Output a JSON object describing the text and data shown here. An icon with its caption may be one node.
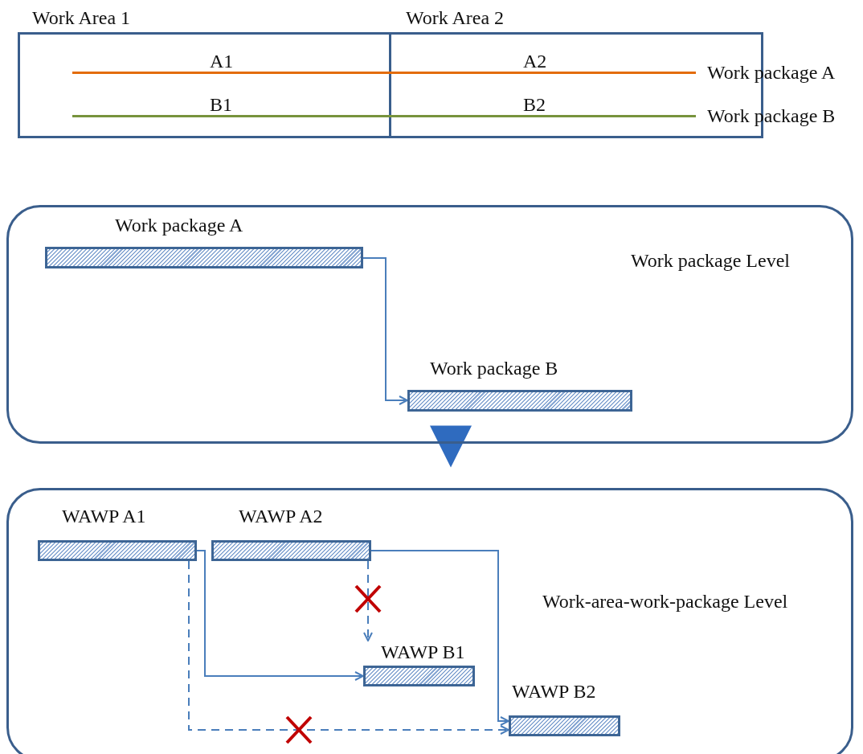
{
  "diagram": {
    "nodes": [
      {
        "text": [
          "Work Area 1"
        ]
      },
      {
        "text": [
          "Work Area 2"
        ]
      },
      {
        "text": [],
        "shape": "bar",
        "beside": [
          "A1",
          "A2",
          "Work package A"
        ]
      },
      {
        "text": [],
        "shape": "bar",
        "beside": [
          "B1",
          "B2",
          "Work package B"
        ]
      },
      {
        "text": [
          "Work package Level"
        ]
      },
      {
        "text": [
          "Work package A"
        ],
        "in": 4
      },
      {
        "text": [
          "Work package B"
        ],
        "in": 4
      },
      {
        "text": [
          "Work-area-work-package Level"
        ]
      },
      {
        "text": [
          "WAWP A1"
        ],
        "in": 7
      },
      {
        "text": [
          "WAWP A2"
        ],
        "in": 7
      },
      {
        "text": [
          "WAWP B1"
        ],
        "in": 7
      },
      {
        "text": [
          "WAWP B2"
        ],
        "in": 7
      }
    ],
    "edges": [
      {
        "from": 5,
        "to": 6,
        "arrow": "to"
      },
      {
        "from": 4,
        "to": 7,
        "arrow": "to",
        "style": "thick"
      },
      {
        "from": 8,
        "to": 10,
        "arrow": "to"
      },
      {
        "from": 8,
        "to": 11,
        "arrow": "to",
        "style": "dashed"
      },
      {
        "from": 9,
        "to": 10,
        "arrow": "to",
        "style": "dashed"
      },
      {
        "from": 9,
        "to": 11,
        "arrow": "to"
      }
    ]
  }
}
